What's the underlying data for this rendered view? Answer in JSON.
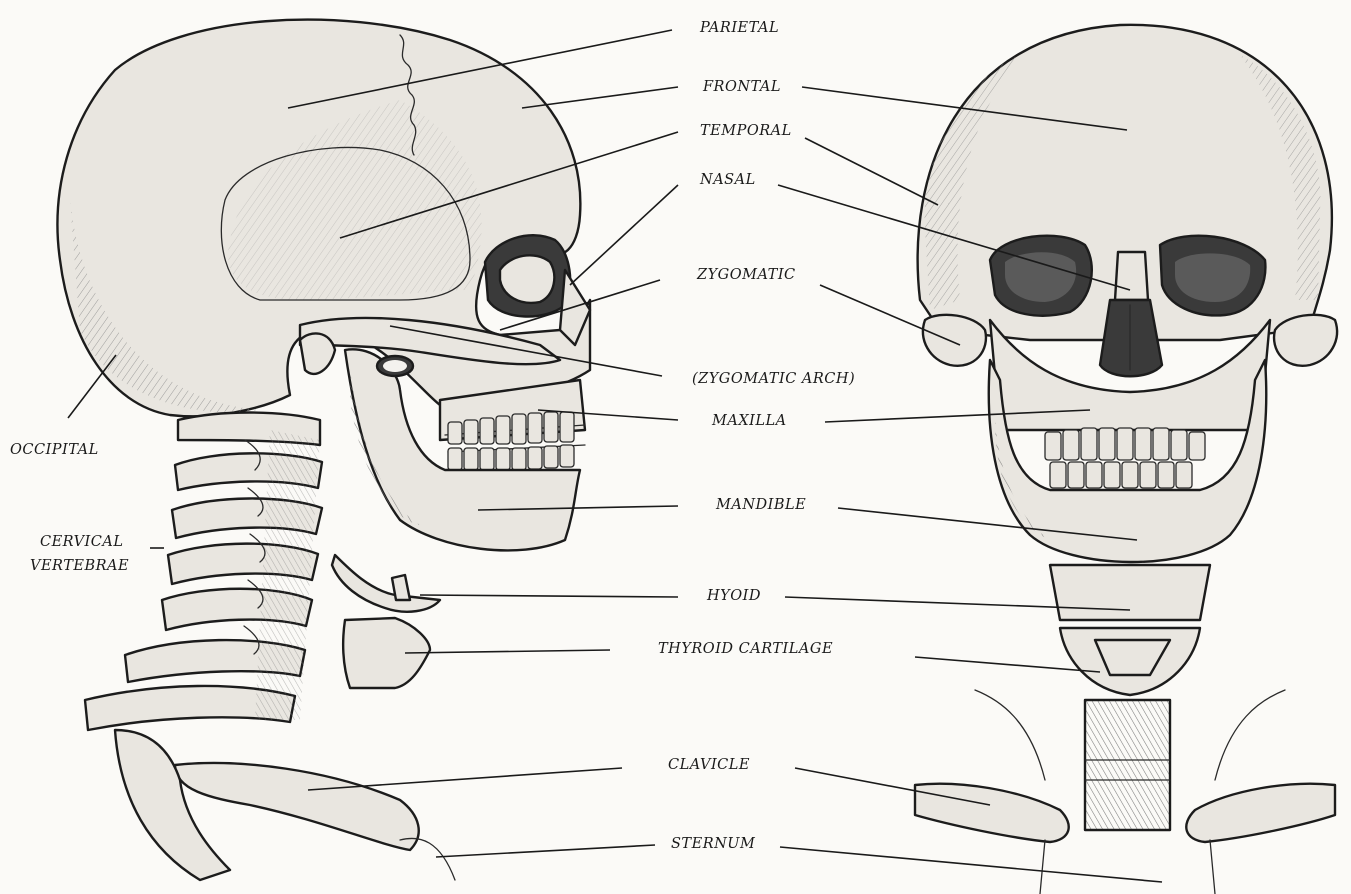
{
  "labels": {
    "parietal": "PARIETAL",
    "frontal": "FRONTAL",
    "temporal": "TEMPORAL",
    "nasal": "NASAL",
    "zygomatic": "ZYGOMATIC",
    "zygomatic_arch": "(ZYGOMATIC ARCH)",
    "maxilla": "MAXILLA",
    "occipital": "OCCIPITAL",
    "cervical_1": "CERVICAL",
    "cervical_2": "VERTEBRAE",
    "mandible": "MANDIBLE",
    "hyoid": "HYOID",
    "thyroid": "THYROID CARTILAGE",
    "clavicle": "CLAVICLE",
    "sternum": "STERNUM"
  }
}
